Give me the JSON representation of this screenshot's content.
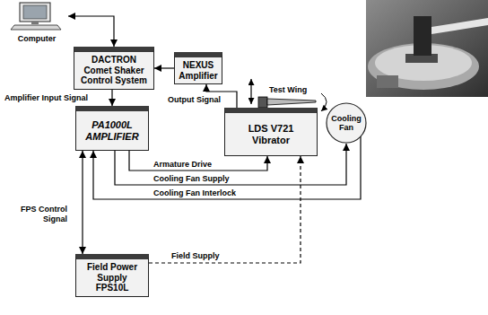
{
  "diagram": {
    "nodes": [
      {
        "text": [
          "Computer"
        ]
      },
      {
        "text": [
          "DACTRON Comet Shaker Control System"
        ]
      },
      {
        "text": [
          "NEXUS Amplifier"
        ]
      },
      {
        "text": [
          "PA1000L AMPLIFIER"
        ]
      },
      {
        "text": [
          "LDS V721 Vibrator"
        ]
      },
      {
        "text": [
          "Cooling Fan"
        ]
      },
      {
        "text": [
          "Field Power Supply FPS10L"
        ]
      }
    ],
    "edges": [
      {
        "from": 0,
        "to": 1,
        "arrow": "both"
      },
      {
        "from": 2,
        "to": 1,
        "arrow": "to"
      },
      {
        "from": 4,
        "to": 2,
        "label": "Output Signal",
        "arrow": "to"
      },
      {
        "from": 1,
        "to": 3,
        "label": "Amplifier Input Signal",
        "arrow": "to"
      },
      {
        "from": 3,
        "to": 4,
        "label": "Armature Drive",
        "arrow": "to"
      },
      {
        "from": 3,
        "to": 5,
        "label": "Cooling Fan Supply",
        "arrow": "to"
      },
      {
        "from": 5,
        "to": 3,
        "label": "Cooling Fan Interlock",
        "arrow": "to"
      },
      {
        "from": 3,
        "to": 6,
        "label": "FPS Control Signal",
        "arrow": "both"
      },
      {
        "from": 6,
        "to": 4,
        "label": "Field Supply",
        "arrow": "to"
      }
    ],
    "labels": [
      "Test Wing"
    ]
  }
}
